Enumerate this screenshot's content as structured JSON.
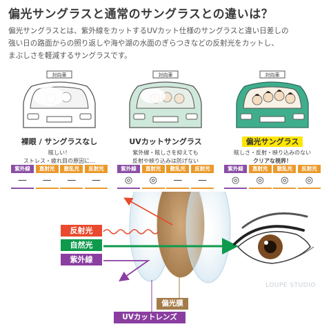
{
  "title": "偏光サングラスと通常のサングラスとの違いは？",
  "description": [
    "偏光サングラスとは、紫外線をカットするUVカット仕様のサングラスと違い日差しの",
    "強い日の路面からの照り返しや海や湖の水面のぎらつきなどの反射光をカットし、",
    "まぶしさを軽減するサングラスです。"
  ],
  "oncoming_car": "対向車",
  "cards": [
    {
      "title": "裸眼 / サングラスなし",
      "lines": [
        "眩しい！",
        "ストレス・疲れ目の原因に…"
      ],
      "marks": [
        "—",
        "—",
        "—",
        "—"
      ]
    },
    {
      "title": "UVカットサングラス",
      "lines": [
        "紫外線・眩しさを抑えても",
        "反射や映り込みは防げない"
      ],
      "marks": [
        "◎",
        "◎",
        "—",
        "—"
      ]
    },
    {
      "title": "偏光サングラス",
      "lines": [
        "眩しさ・反射・映り込みのない",
        "クリアな視界！"
      ],
      "marks": [
        "◎",
        "◎",
        "◎",
        "◎"
      ]
    }
  ],
  "tags": [
    "紫外線",
    "直射光",
    "散乱光",
    "反射光"
  ],
  "colors": {
    "purple": "#8a4fa4",
    "orange": "#ea9a2b",
    "teal": "#3fae8c",
    "yellow": "#ffe600",
    "red": "#e94a2e",
    "green": "#0d9a4c"
  },
  "diagram": {
    "reflected": "反射光",
    "natural": "自然光",
    "uv": "紫外線",
    "uv_lens": "UVカットレンズ",
    "polarized_film": "偏光膜",
    "watermark": "LOUPE STUDIO"
  }
}
